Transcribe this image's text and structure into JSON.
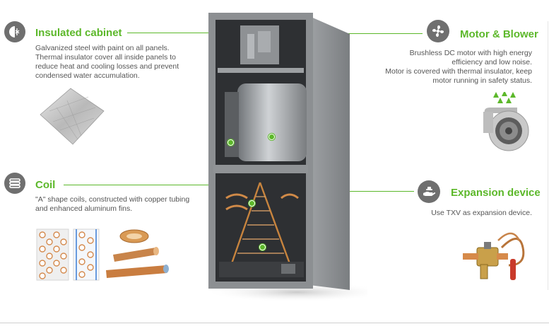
{
  "insulated_cabinet": {
    "title": "Insulated cabinet",
    "description": "Galvanized steel with paint on all panels. Thermal insulator cover all inside panels to reduce heat and cooling losses and prevent condensed water accumulation.",
    "icon": "snowflake-icon"
  },
  "motor_blower": {
    "title": "Motor & Blower",
    "description_line1": "Brushless DC motor with high energy efficiency and low noise.",
    "description_line2": "Motor is covered with thermal insulator, keep motor running in safety status.",
    "icon": "fan-icon"
  },
  "coil": {
    "title": "Coil",
    "description": "\"A\" shape coils, constructed with copper tubing and enhanced aluminum fins.",
    "icon": "coil-icon"
  },
  "expansion_device": {
    "title": "Expansion device",
    "description": "Use TXV as expansion device.",
    "icon": "valve-hand-icon"
  },
  "colors": {
    "accent_green": "#5cb82a",
    "icon_gray": "#6f6f6f",
    "cabinet_gray": "#8a8d90"
  }
}
